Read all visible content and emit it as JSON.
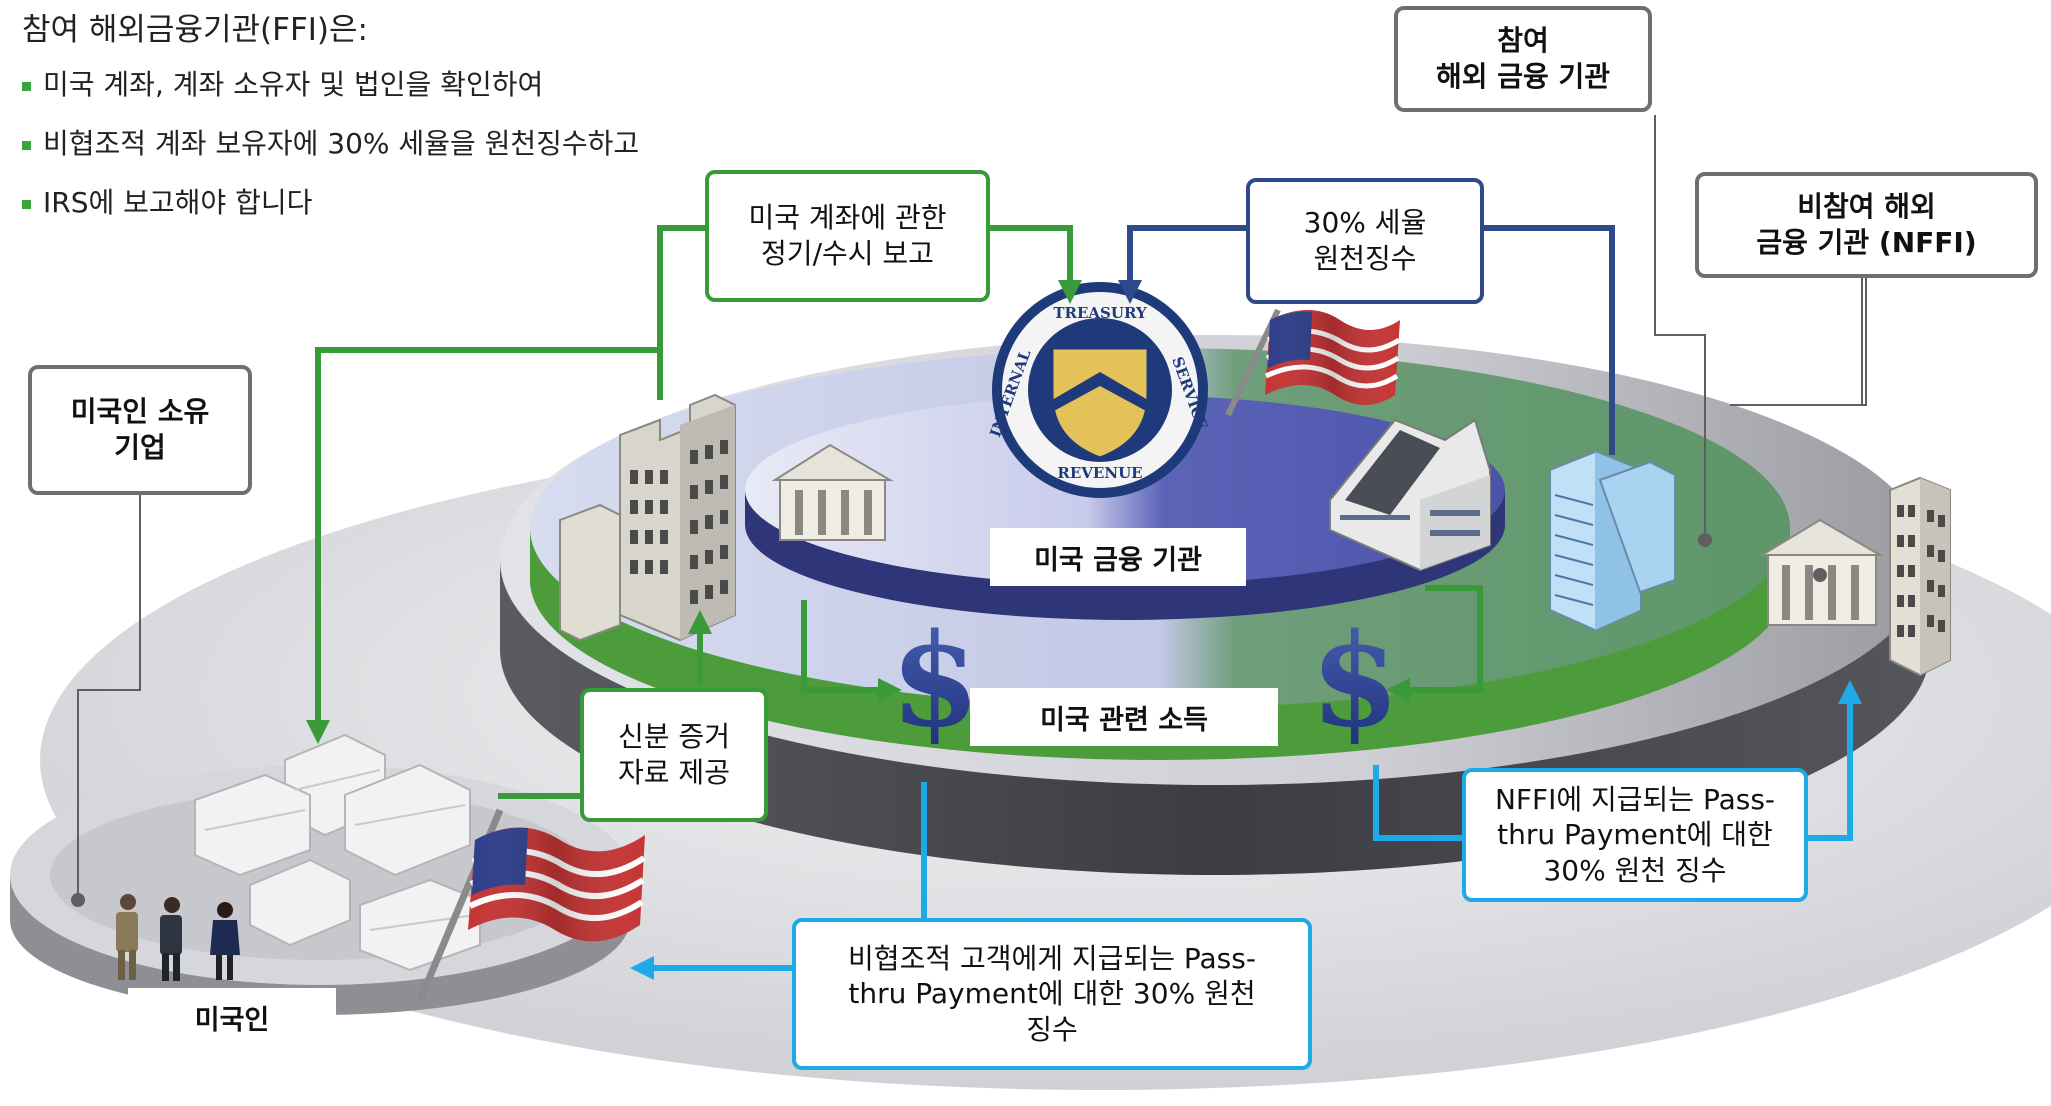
{
  "intro": {
    "title": "참여 해외금융기관(FFI)은:",
    "bullets": [
      "미국 계좌, 계좌 소유자 및 법인을 확인하여",
      "비협조적 계좌 보유자에 30% 세율을 원천징수하고",
      "IRS에 보고해야 합니다"
    ]
  },
  "boxes": {
    "participating_ffi": [
      "참여",
      "해외 금융 기관"
    ],
    "nffi": [
      "비참여 해외",
      "금융 기관 (NFFI)"
    ],
    "us_owned_entity": [
      "미국인 소유",
      "기업"
    ],
    "reporting": [
      "미국 계좌에 관한",
      "정기/수시 보고"
    ],
    "withholding": [
      "30% 세율",
      "원천징수"
    ],
    "identity": [
      "신분 증거",
      "자료 제공"
    ],
    "nffi_passthru": [
      "NFFI에 지급되는 Pass-",
      "thru Payment에 대한",
      "30% 원천 징수"
    ],
    "recalcitrant_passthru": [
      "비협조적 고객에게 지급되는 Pass-",
      "thru Payment에 대한 30% 원천",
      "징수"
    ]
  },
  "labels": {
    "us_fi": "미국 금융 기관",
    "us_source_income": "미국 관련 소득",
    "us_person": "미국인"
  },
  "seal": {
    "top": "TREASURY",
    "left": "INTERNAL",
    "bottom": "REVENUE",
    "right": "SERVICE"
  },
  "colors": {
    "green": "#3a9a3a",
    "navy": "#2f4a8a",
    "cyan": "#1ea9e8",
    "gray": "#6f6f6f"
  }
}
